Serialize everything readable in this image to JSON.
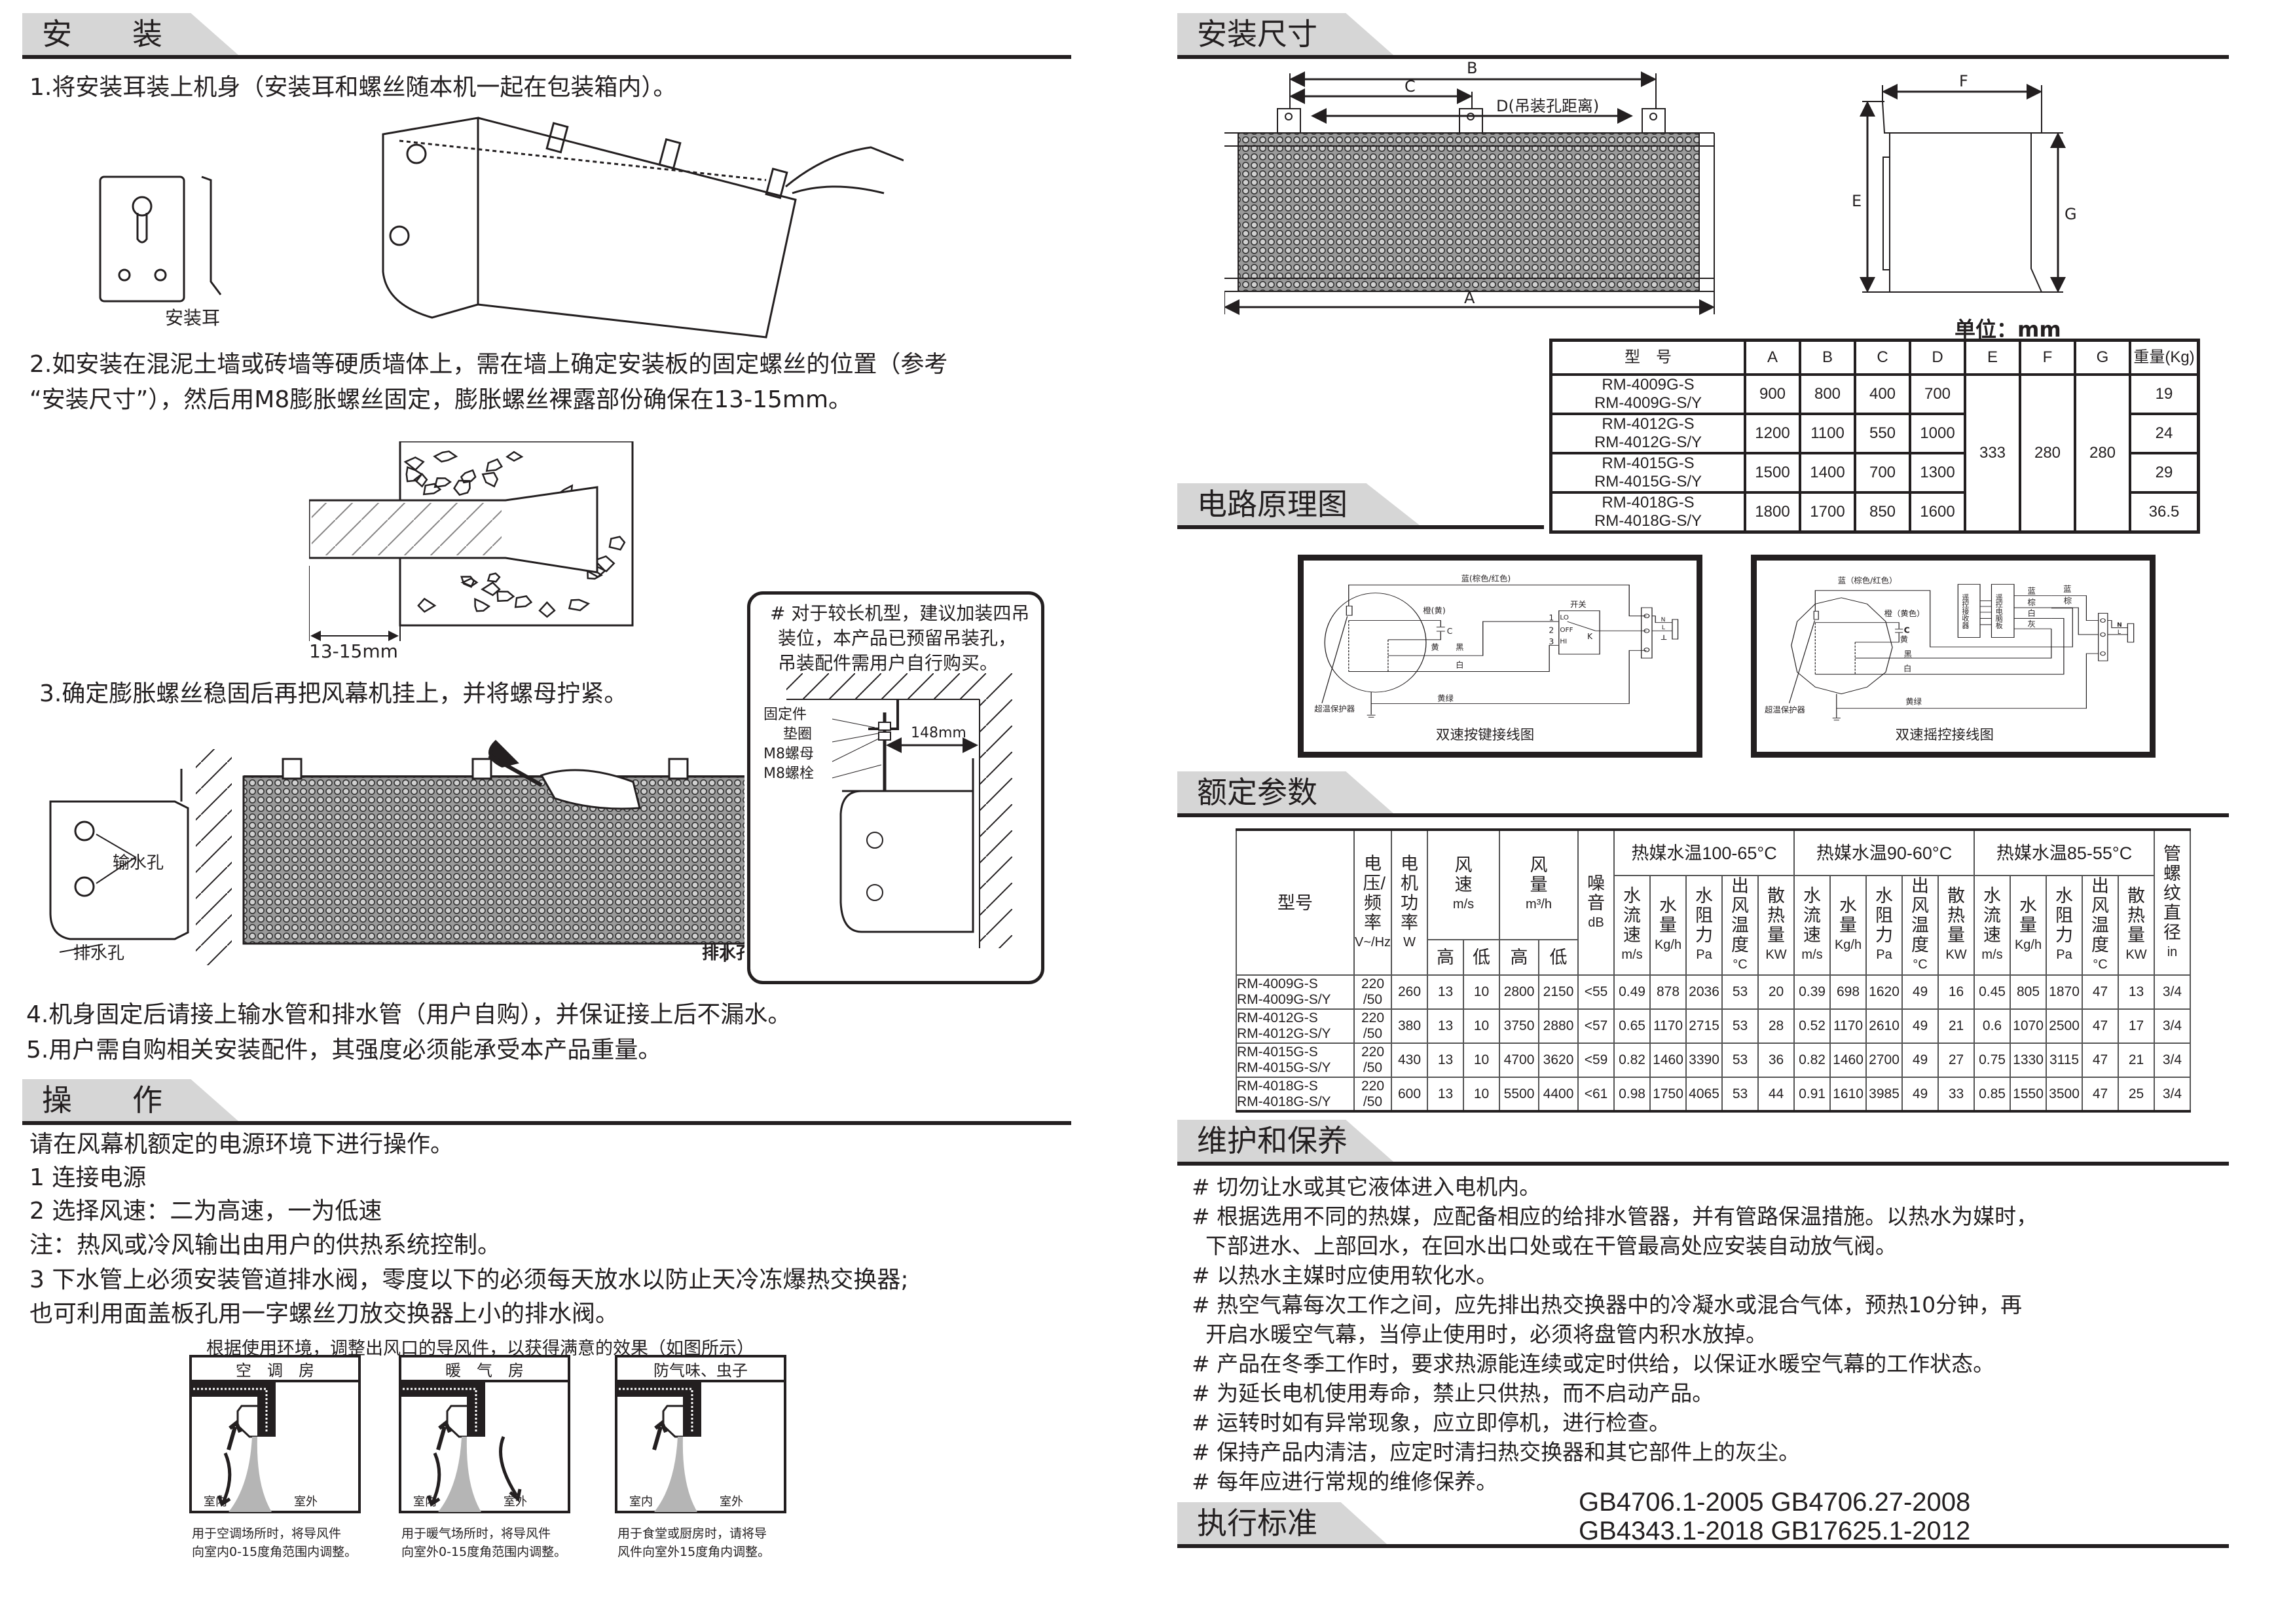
{
  "install": {
    "header": "安　　装",
    "step1": "1.将安装耳装上机身（安装耳和螺丝随本机一起在包装箱内）。",
    "ear_label": "安装耳",
    "step2_line1": "2.如安装在混泥土墙或砖墙等硬质墙体上，需在墙上确定安装板的固定螺丝的位置（参考",
    "step2_line2": "“安装尺寸”），然后用M8膨胀螺丝固定，膨胀螺丝裸露部份确保在13-15mm。",
    "gap_label": "13-15mm",
    "step3": "3.确定膨胀螺丝稳固后再把风幕机挂上，并将螺母拧紧。",
    "inlet_label": "输水孔",
    "drain_label_left": "排水孔",
    "drain_label_right": "排水孔",
    "note_lines": [
      "# 对于较长机型，建议加装四吊",
      "装位，本产品已预留吊装孔，",
      "吊装配件需用户自行购买。"
    ],
    "fixing_labels": [
      "固定件",
      "垫圈",
      "M8螺母",
      "M8螺栓"
    ],
    "distance_label": "148mm",
    "step4": "4.机身固定后请接上输水管和排水管（用户自购），并保证接上后不漏水。",
    "step5": "5.用户需自购相关安装配件，其强度必须能承受本产品重量。"
  },
  "operation": {
    "header": "操　　作",
    "lines": [
      "请在风幕机额定的电源环境下进行操作。",
      "1 连接电源",
      "2 选择风速：二为高速，一为低速",
      "注：热风或冷风输出由用户的供热系统控制。",
      "3 下水管上必须安装管道排水阀，零度以下的必须每天放水以防止天冷冻爆热交换器;",
      "也可利用面盖板孔用一字螺丝刀放交换器上小的排水阀。"
    ],
    "airflow_caption": "根据使用环境，调整出风口的导风件，以获得满意的效果（如图所示）",
    "indoor": "室内",
    "outdoor": "室外",
    "panels": [
      {
        "title": "空　调　房",
        "desc": [
          "用于空调场所时，将导风件",
          "向室内0-15度角范围内调整。"
        ]
      },
      {
        "title": "暖　气　房",
        "desc": [
          "用于暖气场所时，将导风件",
          "向室外0-15度角范围内调整。"
        ]
      },
      {
        "title": "防气味、虫子",
        "desc": [
          "用于食堂或厨房时，请将导",
          "风件向室外15度角内调整。"
        ]
      }
    ]
  },
  "dimensions": {
    "header": "安装尺寸",
    "labels": {
      "A": "A",
      "B": "B",
      "C": "C",
      "D": "D(吊装孔距离)",
      "E": "E",
      "F": "F",
      "G": "G"
    },
    "unit": "单位：mm",
    "table": {
      "headers": [
        "型　号",
        "A",
        "B",
        "C",
        "D",
        "E",
        "F",
        "G",
        "重量(Kg)"
      ],
      "shared": {
        "E": "333",
        "F": "280",
        "G": "280"
      },
      "rows": [
        {
          "models": [
            "RM-4009G-S",
            "RM-4009G-S/Y"
          ],
          "A": "900",
          "B": "800",
          "C": "400",
          "D": "700",
          "weight": "19"
        },
        {
          "models": [
            "RM-4012G-S",
            "RM-4012G-S/Y"
          ],
          "A": "1200",
          "B": "1100",
          "C": "550",
          "D": "1000",
          "weight": "24"
        },
        {
          "models": [
            "RM-4015G-S",
            "RM-4015G-S/Y"
          ],
          "A": "1500",
          "B": "1400",
          "C": "700",
          "D": "1300",
          "weight": "29"
        },
        {
          "models": [
            "RM-4018G-S",
            "RM-4018G-S/Y"
          ],
          "A": "1800",
          "B": "1700",
          "C": "850",
          "D": "1600",
          "weight": "36.5"
        }
      ]
    }
  },
  "circuit": {
    "header": "电路原理图",
    "common": {
      "top_wire": "蓝(棕色/红色)",
      "yellow": "黄",
      "black": "黑",
      "white": "白",
      "ground_wire": "黄绿",
      "protector": "超温保护器",
      "cap": "C",
      "N": "N",
      "L": "L"
    },
    "key": {
      "title": "双速按键接线图",
      "orange": "橙(黄)",
      "switch": "开关",
      "pos": [
        "1",
        "2",
        "3"
      ],
      "pos_labels": [
        "LO",
        "OFF",
        "HI"
      ],
      "K": "K"
    },
    "remote": {
      "title": "双速摇控接线图",
      "top_wire": "蓝（棕色/红色）",
      "orange": "橙（黄色）",
      "receiver": "遥控接收器",
      "board": "遥控电脑板",
      "outs": [
        "蓝",
        "棕",
        "白",
        "灰"
      ],
      "right": [
        "蓝",
        "棕"
      ]
    }
  },
  "rated": {
    "header": "额定参数",
    "h": {
      "model": "型号",
      "voltage": "电压/频率",
      "voltage_unit": "V~/Hz",
      "power": "电机功率",
      "power_unit": "W",
      "speed": "风速",
      "speed_unit": "m/s",
      "volume": "风量",
      "volume_unit": "m³/h",
      "noise": "噪音",
      "noise_unit": "dB",
      "high": "高",
      "low": "低",
      "groups": [
        "热媒水温100-65°C",
        "热媒水温90-60°C",
        "热媒水温85-55°C"
      ],
      "sub": [
        {
          "t": "水流速",
          "u": "m/s"
        },
        {
          "t": "水量",
          "u": "Kg/h"
        },
        {
          "t": "水阻力",
          "u": "Pa"
        },
        {
          "t": "出风温度",
          "u": "°C"
        },
        {
          "t": "散热量",
          "u": "KW"
        }
      ],
      "pipe": "管螺纹直径",
      "pipe_unit": "in"
    },
    "rows": [
      {
        "models": [
          "RM-4009G-S",
          "RM-4009G-S/Y"
        ],
        "v": [
          "220",
          "/50"
        ],
        "vals": [
          "260",
          "13",
          "10",
          "2800",
          "2150",
          "<55",
          "0.49",
          "878",
          "2036",
          "53",
          "20",
          "0.39",
          "698",
          "1620",
          "49",
          "16",
          "0.45",
          "805",
          "1870",
          "47",
          "13",
          "3/4"
        ]
      },
      {
        "models": [
          "RM-4012G-S",
          "RM-4012G-S/Y"
        ],
        "v": [
          "220",
          "/50"
        ],
        "vals": [
          "380",
          "13",
          "10",
          "3750",
          "2880",
          "<57",
          "0.65",
          "1170",
          "2715",
          "53",
          "28",
          "0.52",
          "1170",
          "2610",
          "49",
          "21",
          "0.6",
          "1070",
          "2500",
          "47",
          "17",
          "3/4"
        ]
      },
      {
        "models": [
          "RM-4015G-S",
          "RM-4015G-S/Y"
        ],
        "v": [
          "220",
          "/50"
        ],
        "vals": [
          "430",
          "13",
          "10",
          "4700",
          "3620",
          "<59",
          "0.82",
          "1460",
          "3390",
          "53",
          "36",
          "0.82",
          "1460",
          "2700",
          "49",
          "27",
          "0.75",
          "1330",
          "3115",
          "47",
          "21",
          "3/4"
        ]
      },
      {
        "models": [
          "RM-4018G-S",
          "RM-4018G-S/Y"
        ],
        "v": [
          "220",
          "/50"
        ],
        "vals": [
          "600",
          "13",
          "10",
          "5500",
          "4400",
          "<61",
          "0.98",
          "1750",
          "4065",
          "53",
          "44",
          "0.91",
          "1610",
          "3985",
          "49",
          "33",
          "0.85",
          "1550",
          "3500",
          "47",
          "25",
          "3/4"
        ]
      }
    ]
  },
  "maintenance": {
    "header": "维护和保养",
    "lines": [
      "# 切勿让水或其它液体进入电机内。",
      "# 根据选用不同的热媒，应配备相应的给排水管器，并有管路保温措施。以热水为媒时，",
      "  下部进水、上部回水，在回水出口处或在干管最高处应安装自动放气阀。",
      "# 以热水主媒时应使用软化水。",
      "# 热空气幕每次工作之间，应先排出热交换器中的冷凝水或混合气体，预热10分钟，再",
      "  开启水暖空气幕，当停止使用时，必须将盘管内积水放掉。",
      "# 产品在冬季工作时，要求热源能连续或定时供给，以保证水暖空气幕的工作状态。",
      "# 为延长电机使用寿命，禁止只供热，而不启动产品。",
      "# 运转时如有异常现象，应立即停机，进行检查。",
      "# 保持产品内清洁，应定时清扫热交换器和其它部件上的灰尘。",
      "# 每年应进行常规的维修保养。"
    ]
  },
  "standards": {
    "header": "执行标准",
    "lines": [
      "GB4706.1-2005  GB4706.27-2008",
      "GB4343.1-2018  GB17625.1-2012"
    ]
  },
  "colors": {
    "ink": "#231f20",
    "tab": "#d6d6d6",
    "plume": "#b5b5b5"
  }
}
